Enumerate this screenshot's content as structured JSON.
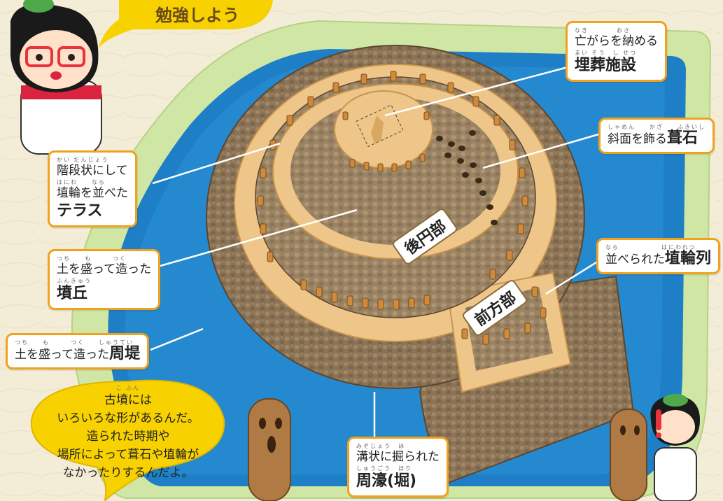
{
  "title_partial": "勉強しよう",
  "labels": {
    "burial": {
      "line1": "亡がらを納める",
      "ruby1": "なき　　　　おさ",
      "line2": "埋葬施設",
      "ruby2": "まい そう　し せつ"
    },
    "fukiishi": {
      "pre": "斜面を飾る",
      "big": "葺石",
      "ruby": "しゃめん　　かざ　　ふきいし"
    },
    "terrace": {
      "line1": "階段状にして",
      "ruby1": "かい だんじょう",
      "line2": "埴輪を並べた",
      "ruby2": "はにわ　　なら",
      "line3": "テラス"
    },
    "haniwa_row": {
      "pre": "並べられた",
      "big": "埴輪列",
      "ruby": "なら　　　　　　はにわれつ"
    },
    "funkyu": {
      "line1": "土を盛って造った",
      "ruby1": "つち　　も　　　つく",
      "line2": "墳丘",
      "ruby2": "ふんきゅう"
    },
    "shutei": {
      "pre": "土を盛って造った",
      "big": "周堤",
      "ruby": "つち　　も　　　つく　　しゅうてい"
    },
    "moat": {
      "line1": "溝状に掘られた",
      "ruby1": "みぞじょう　ほ",
      "line2": "周濠(堀)",
      "ruby2": "しゅうごう　ほり"
    }
  },
  "tags": {
    "koenbu": "後円部",
    "zenpobu": "前方部"
  },
  "speech": {
    "ruby_top": "こ ふん",
    "lines": [
      "古墳には",
      "いろいろな形があるんだ。",
      "造られた時期や",
      "場所によって葺石や埴輪が",
      "なかったりするんだよ。"
    ]
  },
  "colors": {
    "accent": "#f0a21d",
    "moat": "#1e7fc6",
    "bank": "#c8e3a0",
    "mound": "#8c7658",
    "terrace": "#efc68a",
    "bubble": "#f7d200"
  },
  "icons": [
    "miko-character",
    "haniwa-character",
    "exclamation-icon"
  ]
}
